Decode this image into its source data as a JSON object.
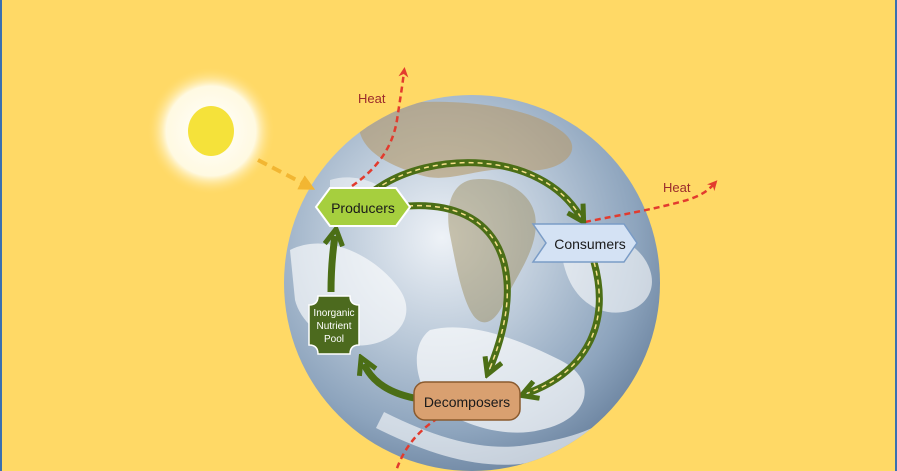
{
  "nodes": {
    "producers": "Producers",
    "consumers": "Consumers",
    "decomposers": "Decomposers",
    "nutrient_pool": [
      "Inorganic",
      "Nutrient",
      "Pool"
    ]
  },
  "heat_labels": {
    "producers_heat": "Heat",
    "consumers_heat": "Heat"
  },
  "colors": {
    "background": "#ffd966",
    "sun": "#f5e23a",
    "heat_arrow": "#e23b2e",
    "energy_arrow": "#4b6e16",
    "producers_fill": "#a6cf3e",
    "consumers_fill": "#d4e2f4",
    "decomposers_fill": "#d9a070",
    "pool_fill": "#4c6a1e",
    "heat_text": "#9b2b2b"
  },
  "icons": {
    "sun": "sun-icon",
    "earth": "earth-globe-icon"
  }
}
